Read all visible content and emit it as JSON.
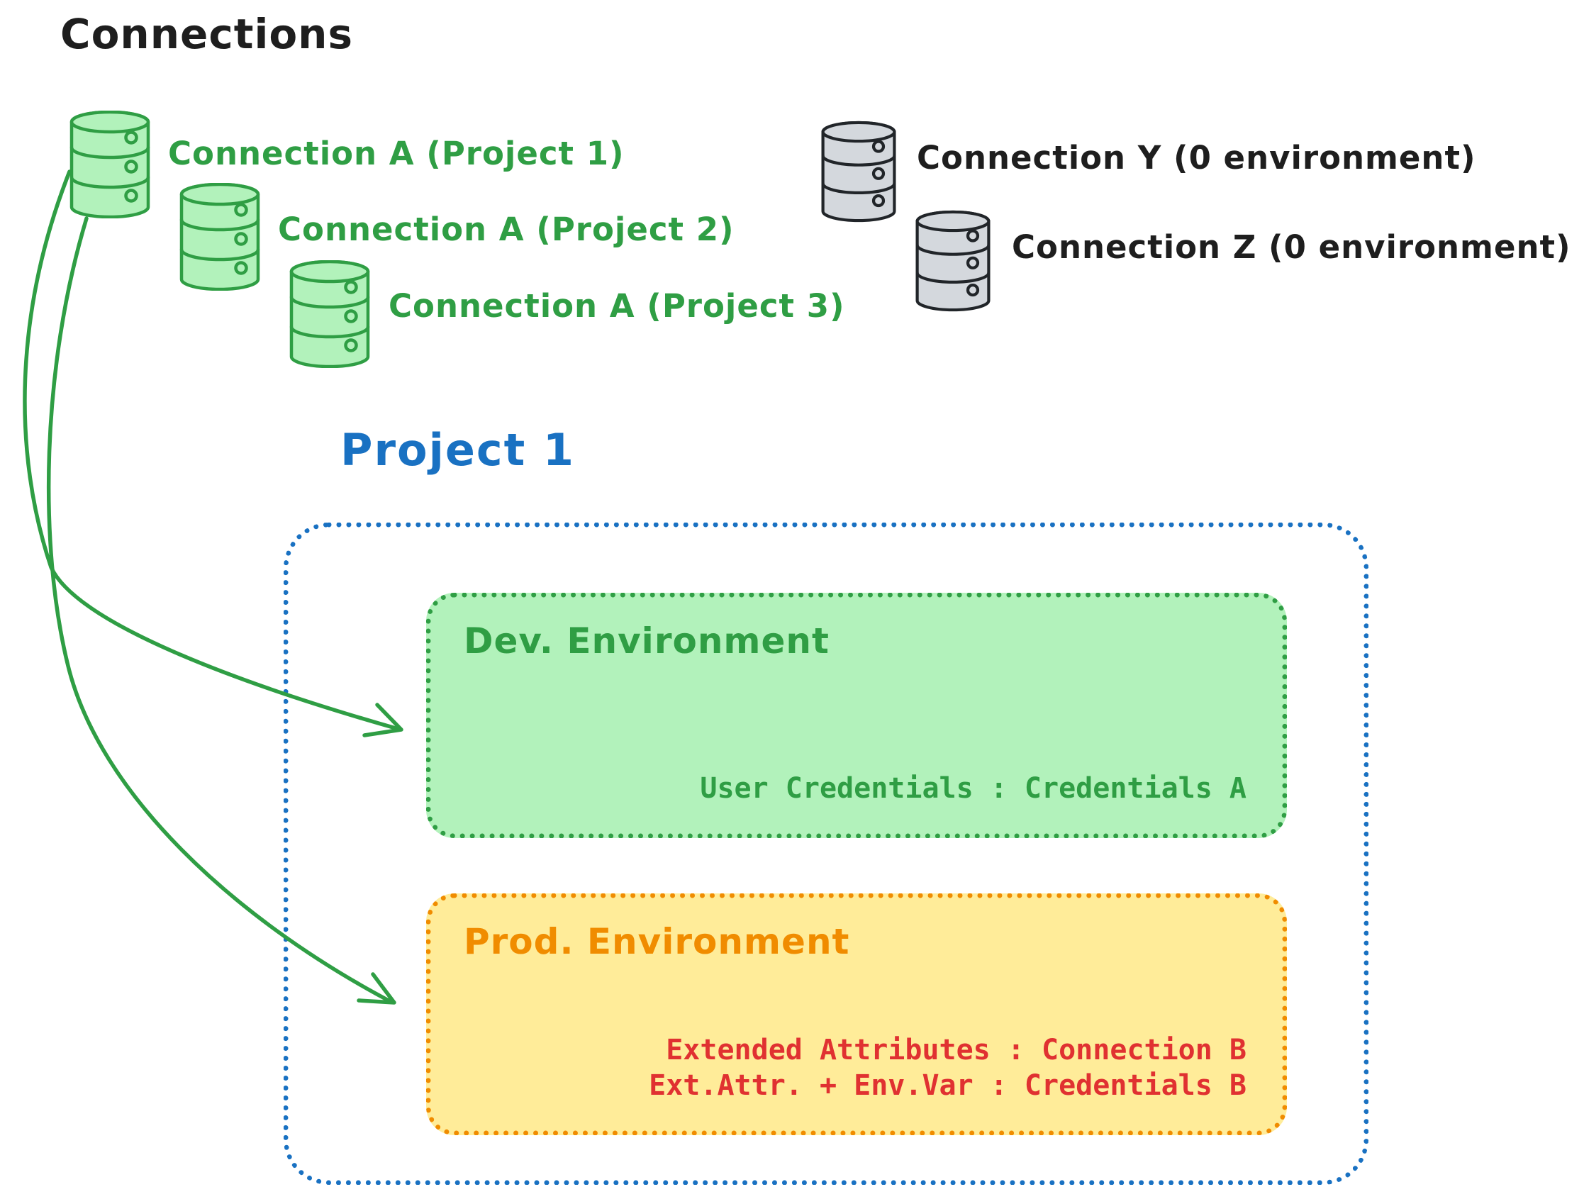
{
  "title": "Connections",
  "connections": {
    "project_scoped": [
      {
        "label": "Connection A (Project 1)"
      },
      {
        "label": "Connection A (Project 2)"
      },
      {
        "label": "Connection A (Project 3)"
      }
    ],
    "unscoped": [
      {
        "label": "Connection Y (0 environment)"
      },
      {
        "label": "Connection Z (0 environment)"
      }
    ]
  },
  "project": {
    "title": "Project 1",
    "environments": [
      {
        "name": "Dev. Environment",
        "credentials": [
          "User Credentials : Credentials A"
        ]
      },
      {
        "name": "Prod. Environment",
        "credentials": [
          "Extended Attributes : Connection B",
          "Ext.Attr. + Env.Var : Credentials B"
        ]
      }
    ]
  },
  "icons": {
    "database": "database-icon"
  },
  "colors": {
    "ink": "#1e1e1e",
    "green": "#2f9e44",
    "green_fill": "#b2f2bb",
    "blue": "#1971c2",
    "orange": "#f08c00",
    "yellow_fill": "#ffec99",
    "red": "#e03131",
    "gray_fill": "#d4d8dd"
  }
}
